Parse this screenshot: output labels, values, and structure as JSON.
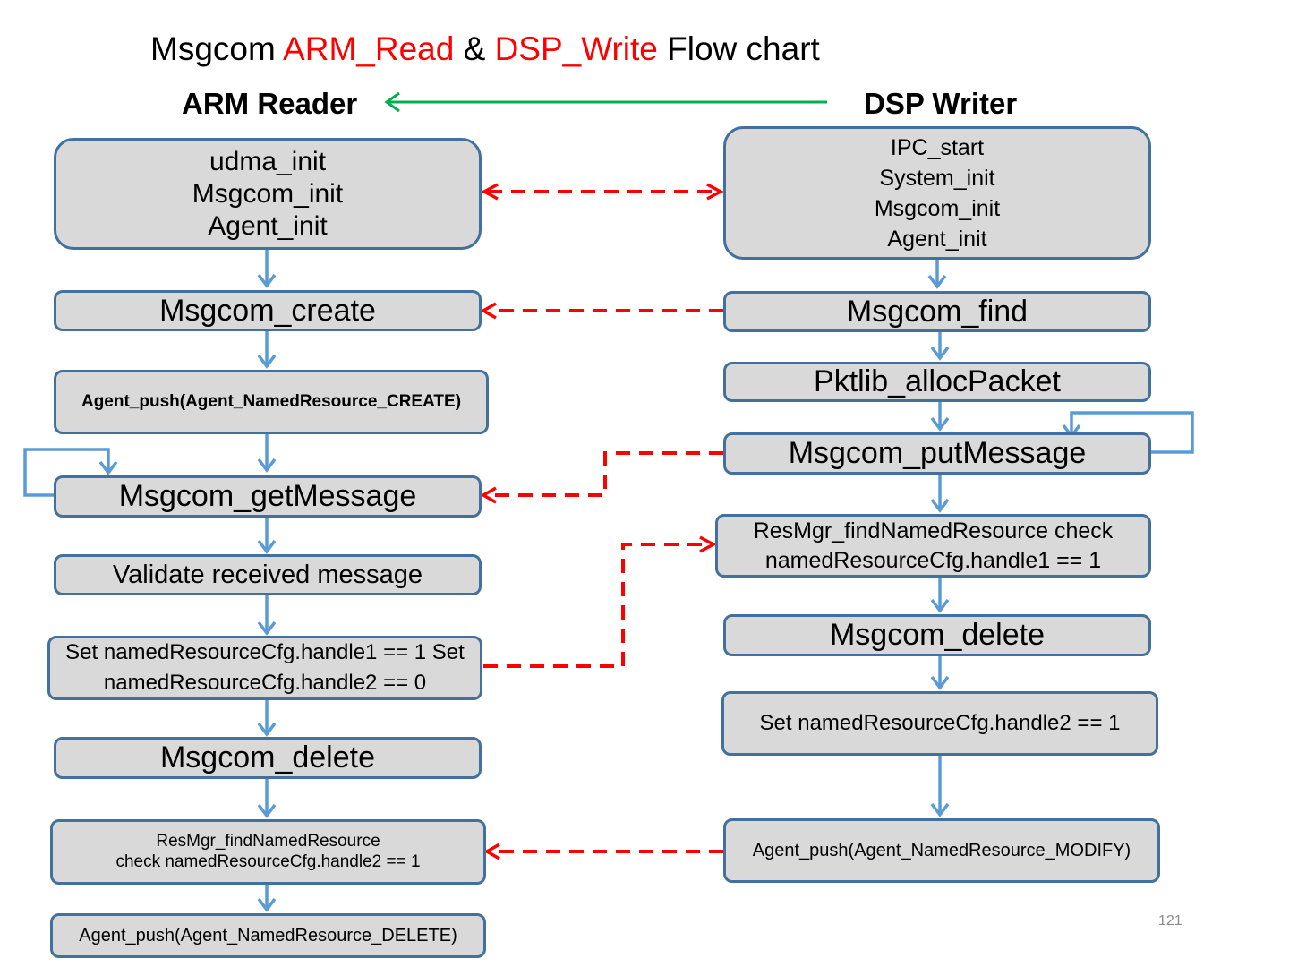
{
  "title": {
    "prefix": "Msgcom ",
    "arm": "ARM_Read",
    "amp": " & ",
    "dsp": "DSP_Write",
    "suffix": " Flow chart"
  },
  "headers": {
    "arm": "ARM Reader",
    "dsp": "DSP Writer"
  },
  "arm": {
    "init": [
      "udma_init",
      "Msgcom_init",
      "Agent_init"
    ],
    "create": "Msgcom_create",
    "agent_push_create": "Agent_push(Agent_NamedResource_CREATE)",
    "get_message": "Msgcom_getMessage",
    "validate": "Validate received message",
    "set_handles": "Set namedResourceCfg.handle1 == 1 Set namedResourceCfg.handle2 == 0",
    "delete": "Msgcom_delete",
    "find_resource": [
      "ResMgr_findNamedResource",
      "check namedResourceCfg.handle2 == 1"
    ],
    "agent_push_delete": "Agent_push(Agent_NamedResource_DELETE)"
  },
  "dsp": {
    "init": [
      "IPC_start",
      "System_init",
      "Msgcom_init",
      "Agent_init"
    ],
    "find": "Msgcom_find",
    "alloc": "Pktlib_allocPacket",
    "put_message": "Msgcom_putMessage",
    "find_resource": "ResMgr_findNamedResource check namedResourceCfg.handle1 == 1",
    "delete": "Msgcom_delete",
    "set_handle2": "Set namedResourceCfg.handle2 == 1",
    "agent_push_modify": "Agent_push(Agent_NamedResource_MODIFY)"
  },
  "page_number": "121",
  "colors": {
    "box_fill": "#d9d9d9",
    "box_border": "#41719c",
    "arrow_blue": "#5b9bd5",
    "dashed_red": "#ff0000",
    "green_arrow": "#00b050"
  }
}
